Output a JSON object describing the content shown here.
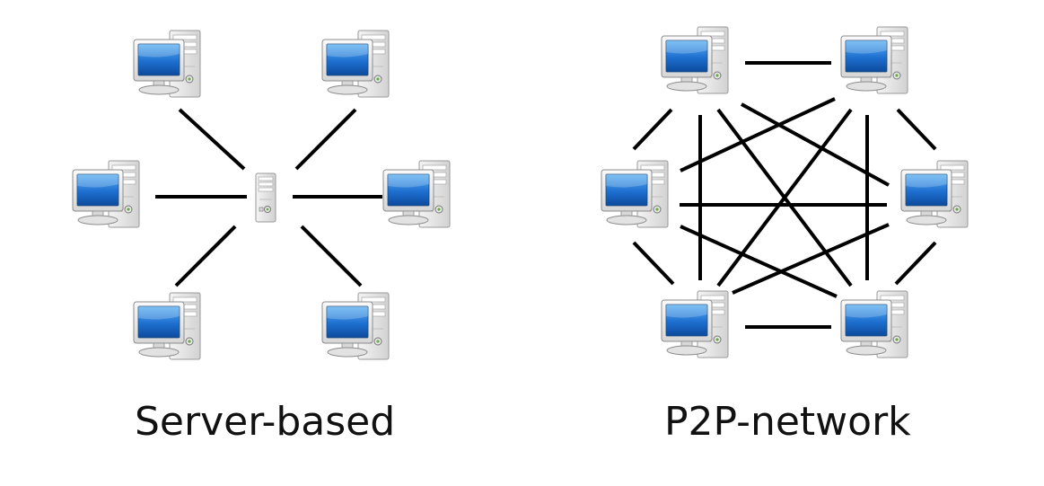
{
  "diagrams": {
    "server_based": {
      "label": "Server-based",
      "hub": "server-tower",
      "clients": [
        "computer",
        "computer",
        "computer",
        "computer",
        "computer",
        "computer"
      ],
      "topology": "star"
    },
    "p2p": {
      "label": "P2P-network",
      "nodes": [
        "computer",
        "computer",
        "computer",
        "computer",
        "computer",
        "computer"
      ],
      "topology": "full-mesh"
    }
  },
  "colors": {
    "background": "#ffffff",
    "link": "#000000",
    "screen": "#1e6fd0",
    "case": "#e6e6e6",
    "text": "#111111"
  }
}
